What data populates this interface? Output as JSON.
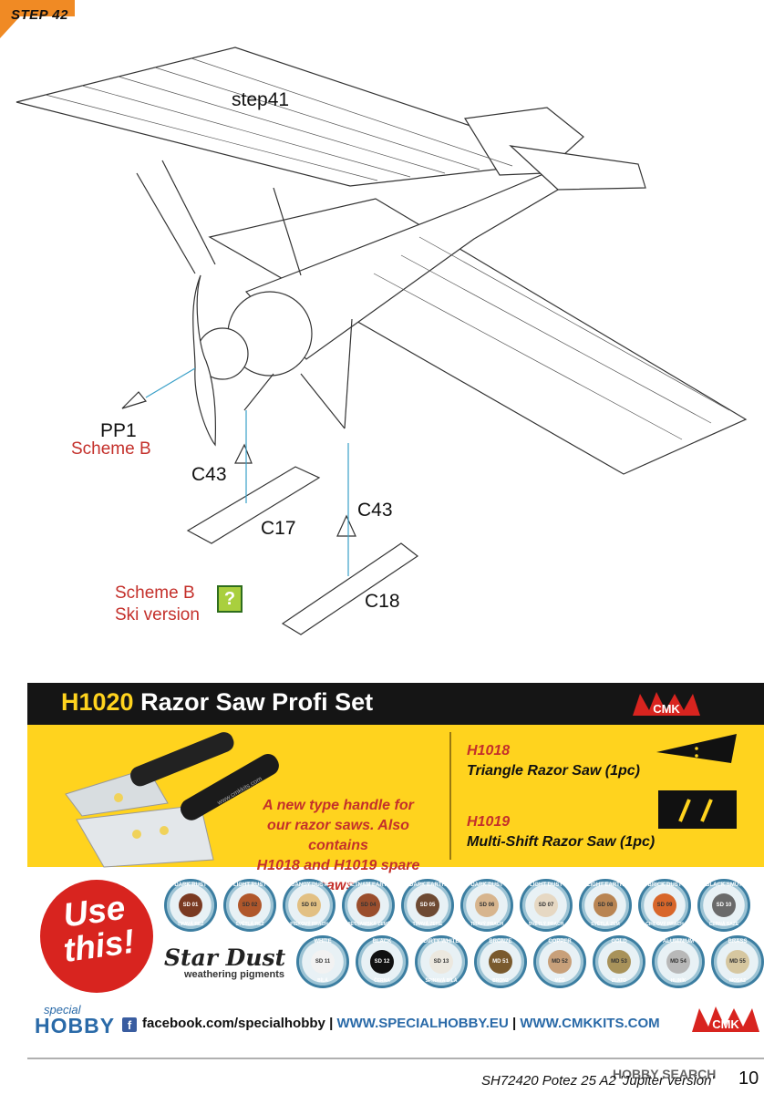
{
  "step": {
    "label": "STEP 42"
  },
  "diagram": {
    "labels": {
      "ref": "step41",
      "pp1": "PP1",
      "pp1_scheme": "Scheme B",
      "c43_left": "C43",
      "c43_right": "C43",
      "c17": "C17",
      "c18": "C18",
      "scheme_b": "Scheme B",
      "ski_version": "Ski version",
      "question": "?"
    }
  },
  "banner": {
    "code": "H1020",
    "title": "Razor Saw Profi Set",
    "brand": "CMK",
    "promo": [
      "A new type handle for",
      "our razor saws. Also contains",
      "H1018 and H1019 spare saws."
    ],
    "handle_text": "www.cmkkits.com",
    "products": [
      {
        "code": "H1018",
        "name": "Triangle Razor Saw (1pc)"
      },
      {
        "code": "H1019",
        "name": "Multi-Shift Razor Saw (1pc)"
      }
    ]
  },
  "paints": {
    "use_this": [
      "Use",
      "this!"
    ],
    "brand": "Star Dust",
    "subtitle": "weathering pigments",
    "colors": {
      "jar_ring": "#3c7ea1",
      "use_this_bg": "#d8241f",
      "banner_yellow": "#ffd31e"
    },
    "jars": [
      {
        "name": "DARK RUST",
        "code": "SD 01",
        "cz": "TMAVÁ REZ",
        "color": "#7a3a22"
      },
      {
        "name": "LIGHT RUST",
        "code": "SD 02",
        "cz": "SVĚTLÁ REZ",
        "color": "#b0572b"
      },
      {
        "name": "SANDY DUST",
        "code": "SD 03",
        "cz": "PÍSKOVÝ PRACH",
        "color": "#e2c083"
      },
      {
        "name": "VIETNAM EARTH",
        "code": "SD 04",
        "cz": "VIETNAMSKÁ ZEMĚ",
        "color": "#9a4e2d"
      },
      {
        "name": "DARK EARTH",
        "code": "SD 05",
        "cz": "TMAVÁ ZEMĚ",
        "color": "#6e4a33"
      },
      {
        "name": "DARK DUST",
        "code": "SD 06",
        "cz": "TMAVÝ PRACH",
        "color": "#d7b58e"
      },
      {
        "name": "LIGHT DUST",
        "code": "SD 07",
        "cz": "SVĚTLÝ PRACH",
        "color": "#e6d8c3"
      },
      {
        "name": "LIGHT EARTH",
        "code": "SD 08",
        "cz": "SVĚTLÁ ZEM",
        "color": "#b98553"
      },
      {
        "name": "BRICK DUST",
        "code": "SD 09",
        "cz": "CIHLOVÝ PRACH",
        "color": "#d8662a"
      },
      {
        "name": "BLACK SMUT",
        "code": "SD 10",
        "cz": "ČERNÁ SAZE",
        "color": "#6a6a6a"
      },
      {
        "name": "WHITE",
        "code": "SD 11",
        "cz": "BÍLÁ",
        "color": "#f2f2f2"
      },
      {
        "name": "BLACK",
        "code": "SD 12",
        "cz": "ČERNÁ",
        "color": "#111111"
      },
      {
        "name": "DIRTY WHITE",
        "code": "SD 13",
        "cz": "ŠPINAVÁ BÍLÁ",
        "color": "#ece8df"
      },
      {
        "name": "BRONZE",
        "code": "MD 51",
        "cz": "BRONZ",
        "color": "#7a5a2e"
      },
      {
        "name": "COPPER",
        "code": "MD 52",
        "cz": "MĚĎ",
        "color": "#c8a07a"
      },
      {
        "name": "GOLD",
        "code": "MD 53",
        "cz": "ZLATO",
        "color": "#a8925a"
      },
      {
        "name": "ALUMINIUM",
        "code": "MD 54",
        "cz": "HLINÍK",
        "color": "#b8b8b8"
      },
      {
        "name": "BRASS",
        "code": "MD 55",
        "cz": "MOSAZ",
        "color": "#d6c7a0"
      }
    ]
  },
  "footer": {
    "logo_special": "special",
    "logo_hobby": "HOBBY",
    "facebook_icon": "f",
    "facebook": "facebook.com/specialhobby",
    "sep": "|",
    "site1": "WWW.SPECIALHOBBY.EU",
    "site2": "WWW.CMKKITS.COM",
    "watermark": "HOBBY SEARCH",
    "product": "SH72420 Potez 25 A2 'Jupiter version'",
    "page": "10"
  }
}
